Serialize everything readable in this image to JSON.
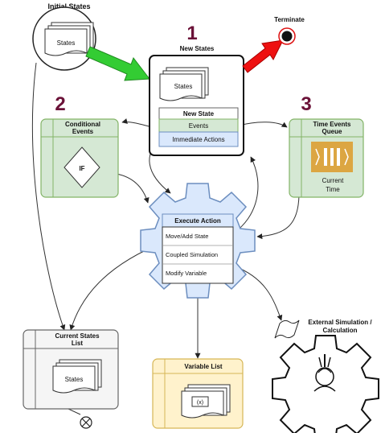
{
  "numbers": {
    "n1": "1",
    "n2": "2",
    "n3": "3"
  },
  "initial_states": {
    "title": "Initial States",
    "doc_label": "States"
  },
  "terminate": {
    "label": "Terminate"
  },
  "new_states": {
    "title": "New States",
    "doc_label": "States",
    "table_title": "New State",
    "row_events": "Events",
    "row_immediate": "Immediate Actions"
  },
  "conditional_events": {
    "title_line1": "Conditional",
    "title_line2": "Events",
    "if_label": "IF"
  },
  "time_events": {
    "title_line1": "Time Events",
    "title_line2": "Queue",
    "current_line1": "Current",
    "current_line2": "Time"
  },
  "execute_action": {
    "title": "Execute Action",
    "items": [
      "Move/Add State",
      "Coupled Simulation",
      "Modify Variable"
    ]
  },
  "external": {
    "line1": "External Simulation /",
    "line2": "Calculation"
  },
  "current_states": {
    "title_line1": "Current States",
    "title_line2": "List",
    "doc_label": "States"
  },
  "variable_list": {
    "title": "Variable List",
    "icon_text": "(x)"
  },
  "colors": {
    "green_fill": "#d5e8d4",
    "green_stroke": "#82b366",
    "blue_fill": "#dae8fc",
    "blue_stroke": "#6c8ebf",
    "yellow_fill": "#fff2cc",
    "yellow_stroke": "#d6b656",
    "gray_fill": "#f5f5f5",
    "gray_stroke": "#666666",
    "number_color": "#6b1238",
    "green_arrow": "#33cc33",
    "red_arrow": "#ee1111",
    "queue_orange": "#dca642"
  }
}
